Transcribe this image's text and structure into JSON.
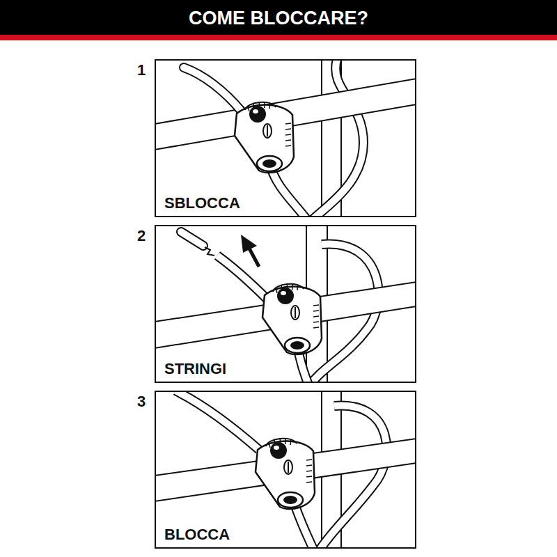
{
  "diagram": {
    "title": "COME BLOCCARE?",
    "nodes": [
      {
        "text": [
          "1",
          "SBLOCCA"
        ]
      },
      {
        "text": [
          "2",
          "STRINGI"
        ]
      },
      {
        "text": [
          "3",
          "BLOCCA"
        ]
      }
    ]
  }
}
